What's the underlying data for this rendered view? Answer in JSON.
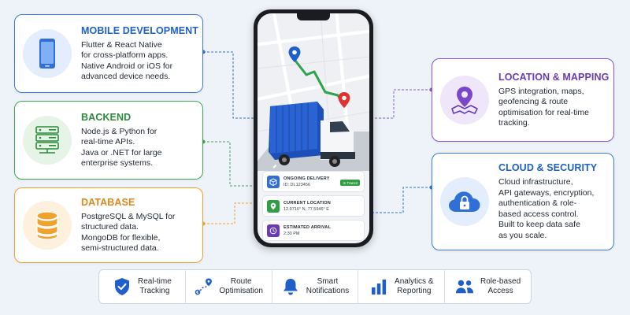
{
  "colors": {
    "background": "#eef3f9",
    "blue": "#1f5fc9",
    "green": "#2d8a3c",
    "orange": "#e0861a",
    "purple": "#6a3bb6",
    "truck_blue": "#1d4fb8"
  },
  "cards": {
    "mobile": {
      "title": "MOBILE DEVELOPMENT",
      "icon": "smartphone-icon",
      "lines": [
        "Flutter & React Native",
        "for cross-platform apps.",
        "Native Android or iOS for",
        "advanced device needs."
      ]
    },
    "backend": {
      "title": "BACKEND",
      "icon": "server-icon",
      "lines": [
        "Node.js & Python for",
        "real-time APIs.",
        "Java or .NET for large",
        "enterprise systems."
      ]
    },
    "database": {
      "title": "DATABASE",
      "icon": "database-icon",
      "lines": [
        "PostgreSQL & MySQL for",
        "structured data.",
        "MongoDB for flexible,",
        "semi-structured data."
      ]
    },
    "location": {
      "title": "LOCATION & MAPPING",
      "icon": "map-pin-icon",
      "lines": [
        "GPS integration, maps,",
        "geofencing & route",
        "optimisation for real-time",
        "tracking."
      ]
    },
    "cloud": {
      "title": "CLOUD & SECURITY",
      "icon": "cloud-lock-icon",
      "lines": [
        "Cloud infrastructure,",
        "API gateways, encryption,",
        "authentication & role-",
        "based access control.",
        "Built to keep data safe",
        "as you scale."
      ]
    }
  },
  "phone": {
    "delivery": {
      "label": "ONGOING DELIVERY",
      "value": "ID: DL123456",
      "badge": "In Transit"
    },
    "location": {
      "label": "CURRENT LOCATION",
      "value": "12.9716° N, 77.5946° E"
    },
    "arrival": {
      "label": "ESTIMATED ARRIVAL",
      "value": "2:30 PM"
    }
  },
  "features": [
    {
      "icon": "shield-check-icon",
      "lines": [
        "Real-time",
        "Tracking"
      ]
    },
    {
      "icon": "route-icon",
      "lines": [
        "Route",
        "Optimisation"
      ]
    },
    {
      "icon": "bell-icon",
      "lines": [
        "Smart",
        "Notifications"
      ]
    },
    {
      "icon": "bar-chart-icon",
      "lines": [
        "Analytics &",
        "Reporting"
      ]
    },
    {
      "icon": "users-icon",
      "lines": [
        "Role-based",
        "Access"
      ]
    }
  ]
}
